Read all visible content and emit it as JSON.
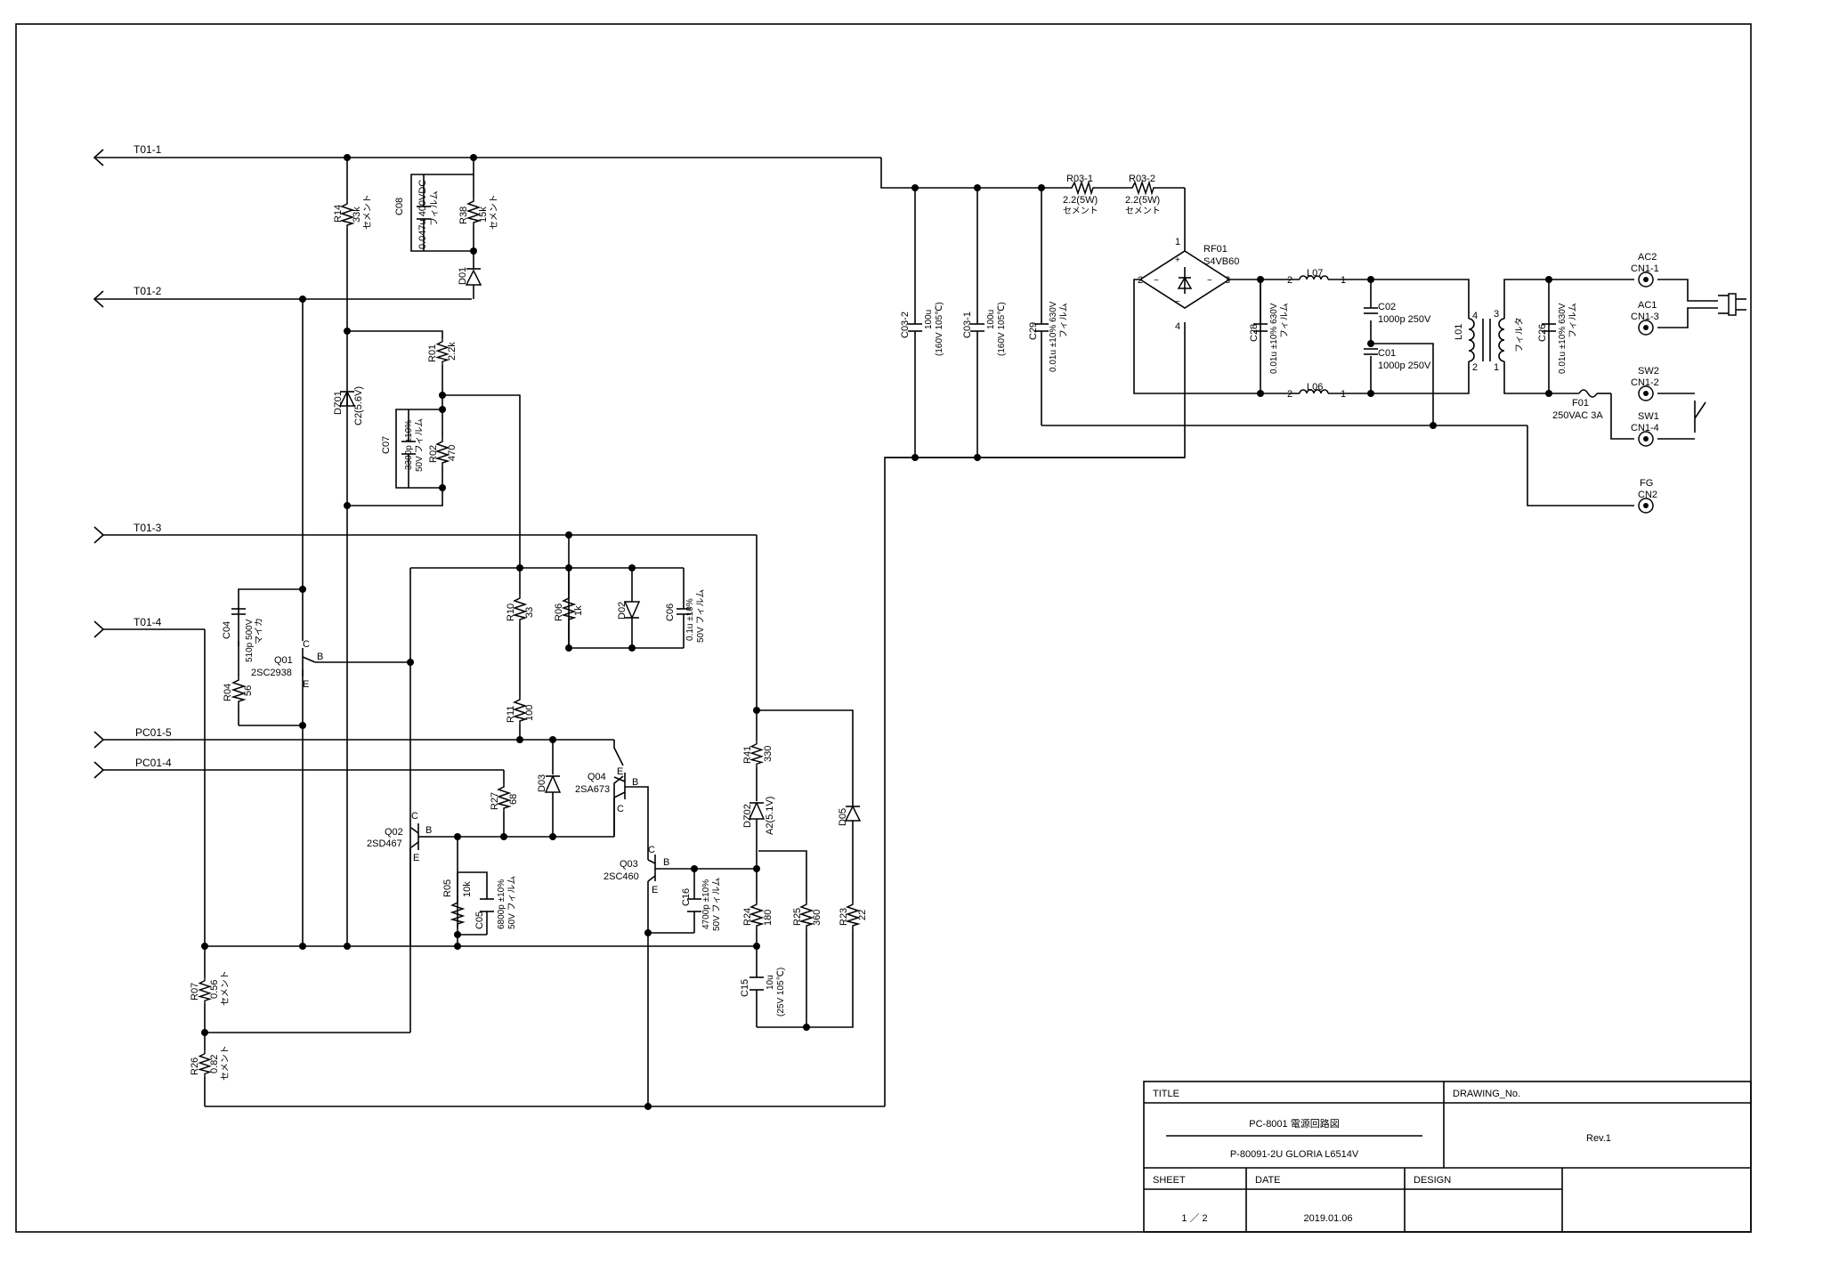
{
  "connectors_left": {
    "t01_1": "T01-1",
    "t01_2": "T01-2",
    "t01_3": "T01-3",
    "t01_4": "T01-4",
    "pc01_5": "PC01-5",
    "pc01_4": "PC01-4"
  },
  "components": {
    "r14": {
      "ref": "R14",
      "value": "33k",
      "note": "セメント"
    },
    "c08": {
      "ref": "C08",
      "value": "0.047u 400VDC",
      "note": "フィルム"
    },
    "r38": {
      "ref": "R38",
      "value": "15k",
      "note": "セメント"
    },
    "d01": {
      "ref": "D01"
    },
    "r01": {
      "ref": "R01",
      "value": "2.2k"
    },
    "dz01": {
      "ref": "DZ01",
      "value": "C2(5.6V)"
    },
    "c07": {
      "ref": "C07",
      "value": "3300p ±10%",
      "note": "50V フィルム"
    },
    "r02": {
      "ref": "R02",
      "value": "470"
    },
    "c04": {
      "ref": "C04",
      "value": "510p 500V",
      "note": "マイカ"
    },
    "r04": {
      "ref": "R04",
      "value": "56"
    },
    "q01": {
      "ref": "Q01",
      "value": "2SC2938",
      "c": "C",
      "b": "B",
      "e": "E"
    },
    "r10": {
      "ref": "R10",
      "value": "33"
    },
    "r06": {
      "ref": "R06",
      "value": "1k"
    },
    "d02": {
      "ref": "D02"
    },
    "c06": {
      "ref": "C06",
      "value": "0.1u ±10%",
      "note": "50V フィルム"
    },
    "r11": {
      "ref": "R11",
      "value": "100"
    },
    "r27": {
      "ref": "R27",
      "value": "68"
    },
    "d03": {
      "ref": "D03"
    },
    "q04": {
      "ref": "Q04",
      "value": "2SA673",
      "c": "C",
      "b": "B",
      "e": "E"
    },
    "q02": {
      "ref": "Q02",
      "value": "2SD467",
      "c": "C",
      "b": "B",
      "e": "E"
    },
    "r05": {
      "ref": "R05",
      "value": "10k"
    },
    "c05": {
      "ref": "C05",
      "value": "6800p ±10%",
      "note": "50V フィルム"
    },
    "q03": {
      "ref": "Q03",
      "value": "2SC460",
      "c": "C",
      "b": "B",
      "e": "E"
    },
    "c16": {
      "ref": "C16",
      "value": "4700p ±10%",
      "note": "50V フィルム"
    },
    "r41": {
      "ref": "R41",
      "value": "330"
    },
    "dz02": {
      "ref": "DZ02",
      "value": "A2(5.1V)"
    },
    "d05": {
      "ref": "D05"
    },
    "r24": {
      "ref": "R24",
      "value": "180"
    },
    "r25": {
      "ref": "R25",
      "value": "360"
    },
    "r23": {
      "ref": "R23",
      "value": "22"
    },
    "c15": {
      "ref": "C15",
      "value": "10u",
      "note": "(25V 105℃)"
    },
    "r07": {
      "ref": "R07",
      "value": "0.56",
      "note": "セメント"
    },
    "r26": {
      "ref": "R26",
      "value": "0.82",
      "note": "セメント"
    },
    "c03_2": {
      "ref": "C03-2",
      "value": "100u",
      "note": "(160V 105℃)"
    },
    "c03_1": {
      "ref": "C03-1",
      "value": "100u",
      "note": "(160V 105℃)"
    },
    "c29": {
      "ref": "C29",
      "value": "0.01u ±10% 630V",
      "note": "フィルム"
    },
    "r03_1": {
      "ref": "R03-1",
      "value": "2.2(5W)",
      "note": "セメント"
    },
    "r03_2": {
      "ref": "R03-2",
      "value": "2.2(5W)",
      "note": "セメント"
    },
    "rf01": {
      "ref": "RF01",
      "value": "S4VB60",
      "p1": "1",
      "p2": "2",
      "p3": "3",
      "p4": "4"
    },
    "c28": {
      "ref": "C28",
      "value": "0.01u ±10% 630V",
      "note": "フィルム"
    },
    "l07": {
      "ref": "L07",
      "p1": "1",
      "p2": "2"
    },
    "l06": {
      "ref": "L06",
      "p1": "1",
      "p2": "2"
    },
    "c02": {
      "ref": "C02",
      "value": "1000p 250V"
    },
    "c01": {
      "ref": "C01",
      "value": "1000p 250V"
    },
    "l01": {
      "ref": "L01",
      "note": "フィルタ",
      "p1": "1",
      "p2": "2",
      "p3": "3",
      "p4": "4"
    },
    "c26": {
      "ref": "C26",
      "value": "0.01u ±10% 630V",
      "note": "フィルム"
    },
    "f01": {
      "ref": "F01",
      "value": "250VAC 3A"
    }
  },
  "connectors_right": {
    "ac2": {
      "name": "AC2",
      "pin": "CN1-1"
    },
    "ac1": {
      "name": "AC1",
      "pin": "CN1-3"
    },
    "sw2": {
      "name": "SW2",
      "pin": "CN1-2"
    },
    "sw1": {
      "name": "SW1",
      "pin": "CN1-4"
    },
    "fg": {
      "name": "FG",
      "pin": "CN2"
    }
  },
  "title_block": {
    "title_label": "TITLE",
    "drawing_no_label": "DRAWING_No.",
    "title_line1": "PC-8001 電源回路図",
    "title_line2": "P-80091-2U  GLORIA L6514V",
    "rev": "Rev.1",
    "sheet_label": "SHEET",
    "date_label": "DATE",
    "design_label": "DESIGN",
    "sheet_value": "1 ／ 2",
    "date_value": "2019.01.06"
  }
}
